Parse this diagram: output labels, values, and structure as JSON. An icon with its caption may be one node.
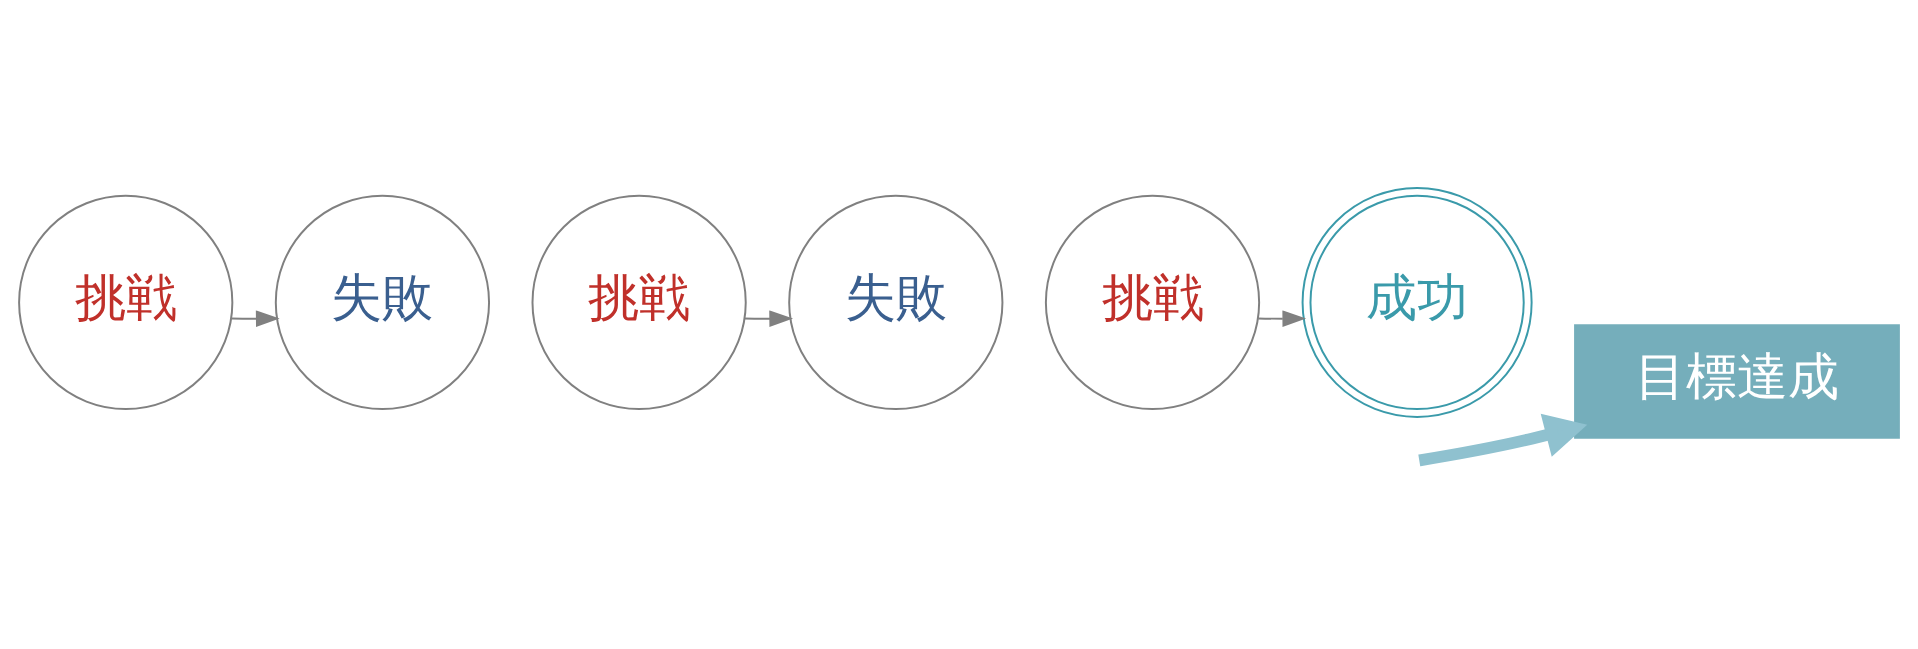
{
  "diagram": {
    "nodes": [
      {
        "text": [
          "挑戦"
        ]
      },
      {
        "text": [
          "失敗"
        ]
      },
      {
        "text": [
          "挑戦"
        ]
      },
      {
        "text": [
          "失敗"
        ]
      },
      {
        "text": [
          "挑戦"
        ]
      },
      {
        "text": [
          "成功"
        ]
      },
      {
        "text": [
          "目標達成"
        ]
      }
    ],
    "edges": [
      {
        "from": 0,
        "to": 1,
        "arrow": "to",
        "color": "#808080"
      },
      {
        "from": 2,
        "to": 3,
        "arrow": "to",
        "color": "#808080"
      },
      {
        "from": 4,
        "to": 5,
        "arrow": "to",
        "color": "#808080"
      },
      {
        "from": null,
        "to": 6,
        "arrow": "to",
        "style": "thick",
        "color": "#8fc1cf"
      }
    ]
  }
}
